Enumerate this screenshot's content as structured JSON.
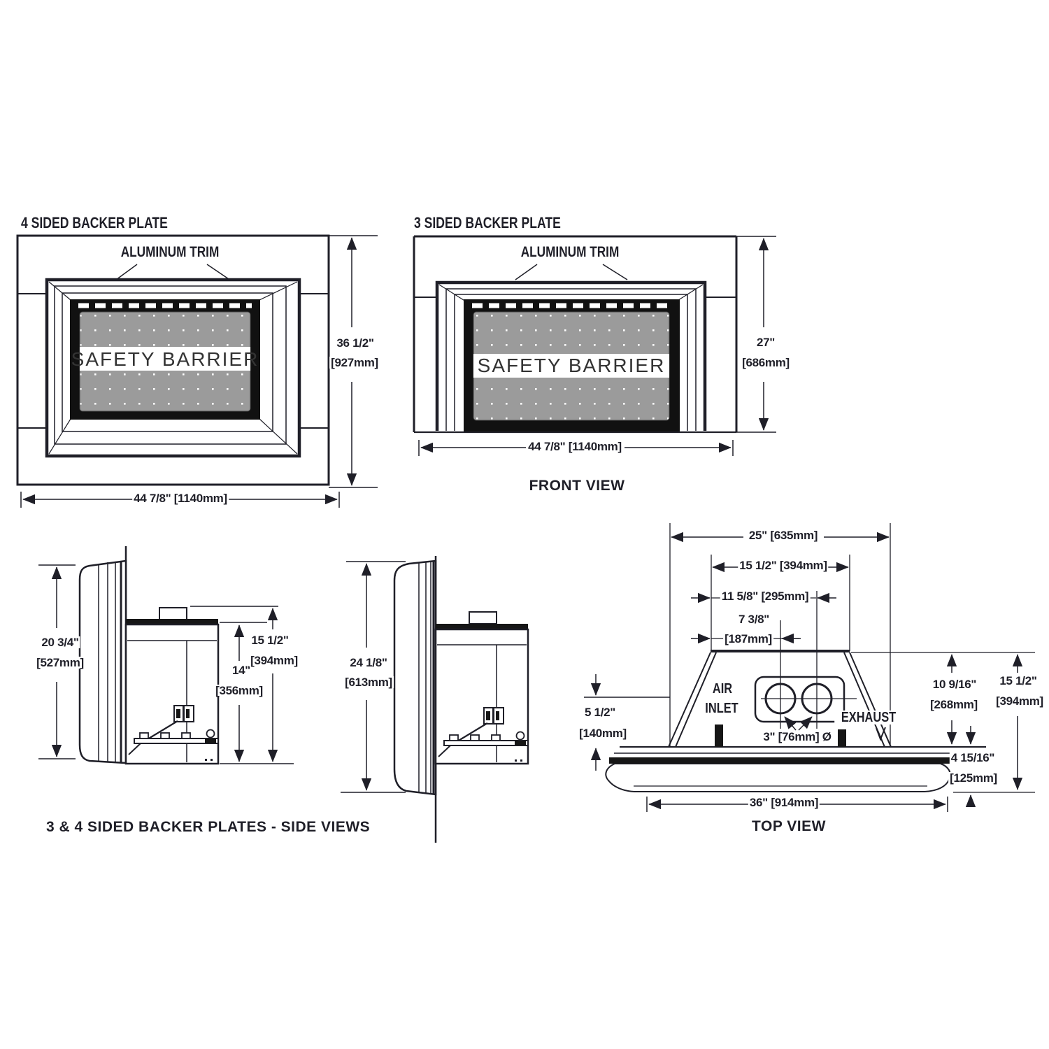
{
  "page": {
    "background_color": "#ffffff",
    "line_color": "#1f1f28",
    "glass_color": "#9b9b9b",
    "frame_color": "#111111"
  },
  "front_view_4_sided": {
    "title": "4 SIDED BACKER PLATE",
    "aluminum_trim_label": "ALUMINUM TRIM",
    "safety_barrier_label": "SAFETY BARRIER",
    "height_in": "36 1/2\"",
    "height_mm": "[927mm]",
    "width": "44 7/8\" [1140mm]"
  },
  "front_view_3_sided": {
    "title": "3 SIDED BACKER PLATE",
    "aluminum_trim_label": "ALUMINUM TRIM",
    "safety_barrier_label": "SAFETY BARRIER",
    "height_in": "27\"",
    "height_mm": "[686mm]",
    "width": "44 7/8\" [1140mm]",
    "caption": "FRONT VIEW"
  },
  "side_views": {
    "caption": "3 & 4 SIDED BACKER PLATES - SIDE VIEWS",
    "plate4_height_in": "20 3/4\"",
    "plate4_height_mm": "[527mm]",
    "firebox_height_in": "14\"",
    "firebox_height_mm": "[356mm]",
    "firebox_total_height_in": "15 1/2\"",
    "firebox_total_height_mm": "[394mm]",
    "plate3_height_in": "24 1/8\"",
    "plate3_height_mm": "[613mm]"
  },
  "top_view": {
    "caption": "TOP VIEW",
    "width_25": "25\" [635mm]",
    "width_15_5": "15 1/2\" [394mm]",
    "width_11_5_8": "11 5/8\" [295mm]",
    "width_7_3_8_in": "7 3/8\"",
    "width_7_3_8_mm": "[187mm]",
    "depth_5_1_2_in": "5 1/2\"",
    "depth_5_1_2_mm": "[140mm]",
    "air_inlet_line1": "AIR",
    "air_inlet_line2": "INLET",
    "exhaust_label": "EXHAUST",
    "collar_diameter": "3\" [76mm] Ø",
    "depth_10_9_16_in": "10 9/16\"",
    "depth_10_9_16_mm": "[268mm]",
    "depth_15_1_2_in": "15 1/2\"",
    "depth_15_1_2_mm": "[394mm]",
    "hood_4_15_16_in": "4 15/16\"",
    "hood_4_15_16_mm": "[125mm]",
    "width_36": "36\" [914mm]"
  }
}
